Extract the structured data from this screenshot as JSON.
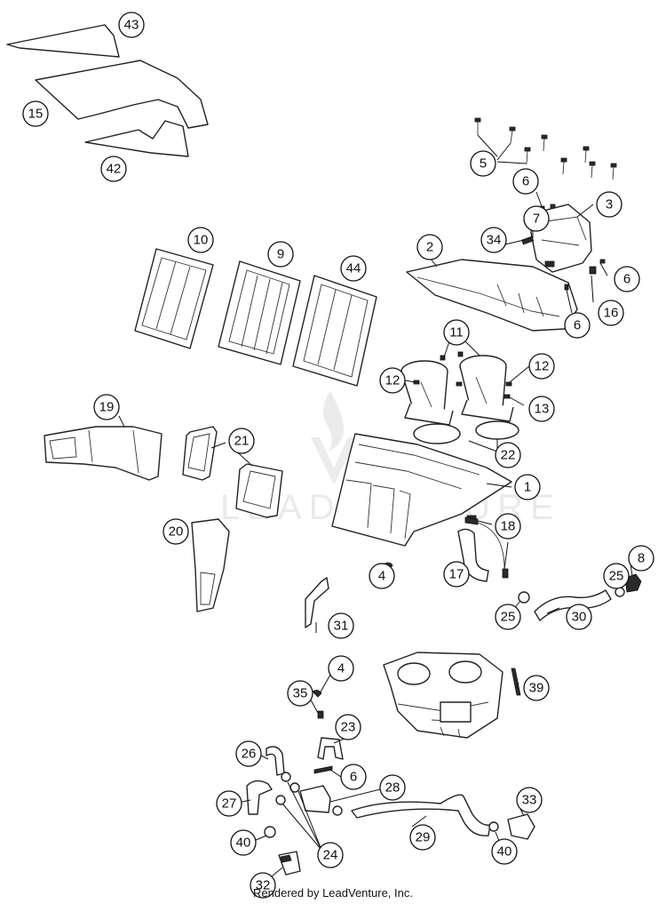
{
  "diagram": {
    "callouts": [
      "43",
      "15",
      "42",
      "5",
      "6",
      "3",
      "7",
      "34",
      "2",
      "6",
      "16",
      "6",
      "10",
      "9",
      "44",
      "11",
      "12",
      "12",
      "13",
      "22",
      "1",
      "19",
      "21",
      "20",
      "18",
      "4",
      "17",
      "8",
      "25",
      "25",
      "30",
      "31",
      "4",
      "35",
      "39",
      "23",
      "26",
      "6",
      "28",
      "27",
      "33",
      "40",
      "24",
      "29",
      "40",
      "32"
    ],
    "watermark": "LEADVENTURE",
    "credit": "Rendered by LeadVenture, Inc."
  }
}
